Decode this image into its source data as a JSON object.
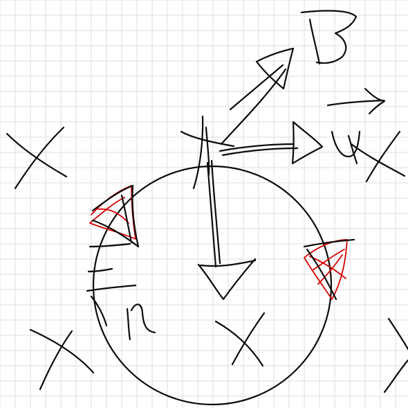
{
  "canvas": {
    "background": "#ffffff",
    "grid_color": "#dcdcdc",
    "ink_color": "#0b0b0b",
    "highlight_color": "#d40000"
  },
  "sketch": {
    "labels": {
      "vector_b": "B",
      "vector_u": "u",
      "vector_n": "n"
    }
  }
}
